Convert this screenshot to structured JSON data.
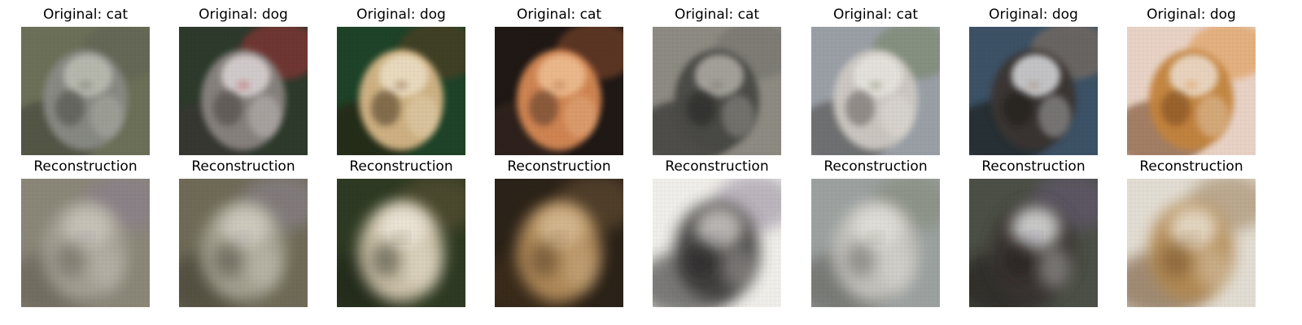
{
  "panels": [
    {
      "original": {
        "title": "Original: cat",
        "image": "pallas-cat-face-photo",
        "palette": {
          "bg": "#6c7058",
          "main": "#8a8b86",
          "light": "#c2c4b9",
          "dark": "#3f4138",
          "accent": "#5d5e55"
        }
      },
      "reconstruction": {
        "title": "Reconstruction",
        "image": "blurry-gray-cat-reconstruction",
        "palette": {
          "bg": "#8b8778",
          "main": "#a7a397",
          "light": "#cfcbc0",
          "dark": "#5e5a50",
          "accent": "#8c7d9a"
        }
      }
    },
    {
      "original": {
        "title": "Original: dog",
        "image": "schnauzer-with-gifts-photo",
        "palette": {
          "bg": "#2d3a2c",
          "main": "#8b8581",
          "light": "#e4ddde",
          "dark": "#3d3634",
          "accent": "#c0333a"
        }
      },
      "reconstruction": {
        "title": "Reconstruction",
        "image": "blurry-gray-dog-reconstruction",
        "palette": {
          "bg": "#6f6b57",
          "main": "#a9a595",
          "light": "#d8d4c8",
          "dark": "#3f3c31",
          "accent": "#9a8fa8"
        }
      }
    },
    {
      "original": {
        "title": "Original: dog",
        "image": "tan-greyhound-standing-photo",
        "palette": {
          "bg": "#1e4328",
          "main": "#d8b888",
          "light": "#f0e4cc",
          "dark": "#2c1a10",
          "accent": "#6b3d23"
        }
      },
      "reconstruction": {
        "title": "Reconstruction",
        "image": "blurry-light-dog-reconstruction",
        "palette": {
          "bg": "#2e3a22",
          "main": "#d7cbb2",
          "light": "#f2ece0",
          "dark": "#1d2216",
          "accent": "#6d5b3c"
        }
      }
    },
    {
      "original": {
        "title": "Original: cat",
        "image": "orange-cat-sitting-photo",
        "palette": {
          "bg": "#1f1815",
          "main": "#d98a55",
          "light": "#f3c59a",
          "dark": "#3a2a22",
          "accent": "#a45a35"
        }
      },
      "reconstruction": {
        "title": "Reconstruction",
        "image": "blurry-brown-cat-reconstruction",
        "palette": {
          "bg": "#2b2218",
          "main": "#b8915f",
          "light": "#dcc09a",
          "dark": "#45321e",
          "accent": "#7d6040"
        }
      }
    },
    {
      "original": {
        "title": "Original: cat",
        "image": "dark-cat-profile-photo",
        "palette": {
          "bg": "#8d8b82",
          "main": "#4a4845",
          "light": "#b9b6ae",
          "dark": "#1c1b1a",
          "accent": "#6c6a66"
        }
      },
      "reconstruction": {
        "title": "Reconstruction",
        "image": "blurry-dark-cat-reconstruction",
        "palette": {
          "bg": "#f1efea",
          "main": "#3f3d3d",
          "light": "#d6d3cd",
          "dark": "#1d1c1d",
          "accent": "#7a6e88"
        }
      }
    },
    {
      "original": {
        "title": "Original: cat",
        "image": "pallas-cats-on-rock-photo",
        "palette": {
          "bg": "#9aa0a6",
          "main": "#cfcac4",
          "light": "#ebe8e3",
          "dark": "#4d4a47",
          "accent": "#6f7f56"
        }
      },
      "reconstruction": {
        "title": "Reconstruction",
        "image": "blurry-gray-cats-reconstruction",
        "palette": {
          "bg": "#9da2a1",
          "main": "#c8c6c0",
          "light": "#e6e4df",
          "dark": "#5d5b56",
          "accent": "#7f8470"
        }
      }
    },
    {
      "original": {
        "title": "Original: dog",
        "image": "husky-running-in-snow-photo",
        "palette": {
          "bg": "#3d5266",
          "main": "#3a3532",
          "light": "#e5e7ea",
          "dark": "#141211",
          "accent": "#a07e60"
        }
      },
      "reconstruction": {
        "title": "Reconstruction",
        "image": "blurry-husky-reconstruction",
        "palette": {
          "bg": "#4c5046",
          "main": "#3b3530",
          "light": "#eceeee",
          "dark": "#1a1716",
          "accent": "#6f5f86"
        }
      }
    },
    {
      "original": {
        "title": "Original: dog",
        "image": "brown-shepherd-dog-photo",
        "palette": {
          "bg": "#e9d3c6",
          "main": "#c4843e",
          "light": "#f2e6dc",
          "dark": "#6b3a17",
          "accent": "#e08a2e"
        }
      },
      "reconstruction": {
        "title": "Reconstruction",
        "image": "blurry-brown-dog-reconstruction",
        "palette": {
          "bg": "#e3ded4",
          "main": "#b48a52",
          "light": "#efe8dc",
          "dark": "#6a4a27",
          "accent": "#8d6a3e"
        }
      }
    }
  ]
}
